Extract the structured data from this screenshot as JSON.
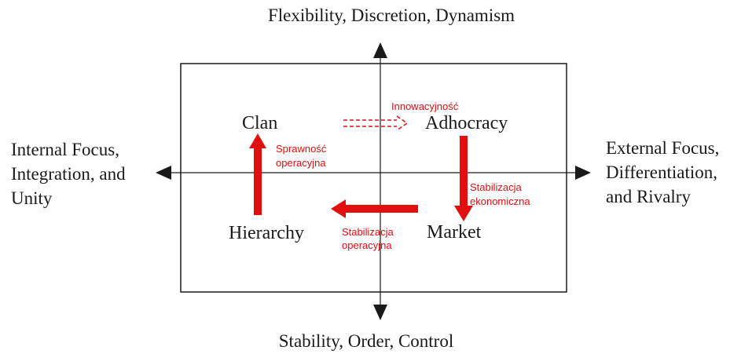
{
  "axes": {
    "top": "Flexibility, Discretion, Dynamism",
    "bottom": "Stability, Order, Control",
    "left": [
      "Internal Focus,",
      "Integration, and",
      "Unity"
    ],
    "right": [
      "External Focus,",
      "Differentiation,",
      "and Rivalry"
    ]
  },
  "quadrants": {
    "top_left": "Clan",
    "top_right": "Adhocracy",
    "bottom_left": "Hierarchy",
    "bottom_right": "Market"
  },
  "transitions": {
    "innovation": "Innowacyjność",
    "operational_efficiency": [
      "Sprawność",
      "operacyjna"
    ],
    "economic_stabilization": [
      "Stabilizacja",
      "ekonomiczna"
    ],
    "operational_stabilization": [
      "Stabilizacja",
      "operacyjna"
    ]
  },
  "colors": {
    "axis": "#1a1a1a",
    "transition": "#e01010"
  }
}
